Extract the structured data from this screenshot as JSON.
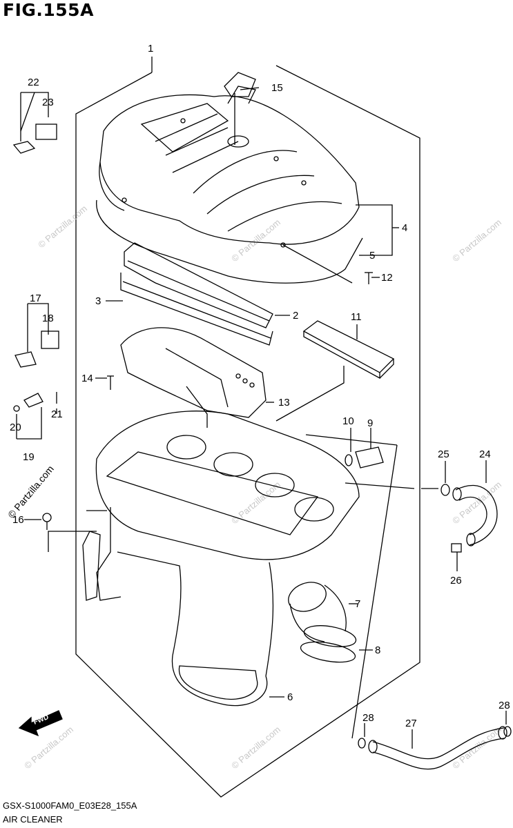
{
  "figure": {
    "title": "FIG.155A",
    "code": "GSX-S1000FAM0_E03E28_155A",
    "name": "AIR CLEANER"
  },
  "watermark": "© Partzilla.com",
  "fwd_label": "FWD",
  "callouts": {
    "c1": "1",
    "c2": "2",
    "c3": "3",
    "c4": "4",
    "c5": "5",
    "c6": "6",
    "c7": "7",
    "c8": "8",
    "c9": "9",
    "c10": "10",
    "c11": "11",
    "c12": "12",
    "c13": "13",
    "c14": "14",
    "c15": "15",
    "c16": "16",
    "c17": "17",
    "c18": "18",
    "c19": "19",
    "c20": "20",
    "c21": "21",
    "c22": "22",
    "c23": "23",
    "c24": "24",
    "c25": "25",
    "c26": "26",
    "c27": "27",
    "c28a": "28",
    "c28b": "28"
  }
}
